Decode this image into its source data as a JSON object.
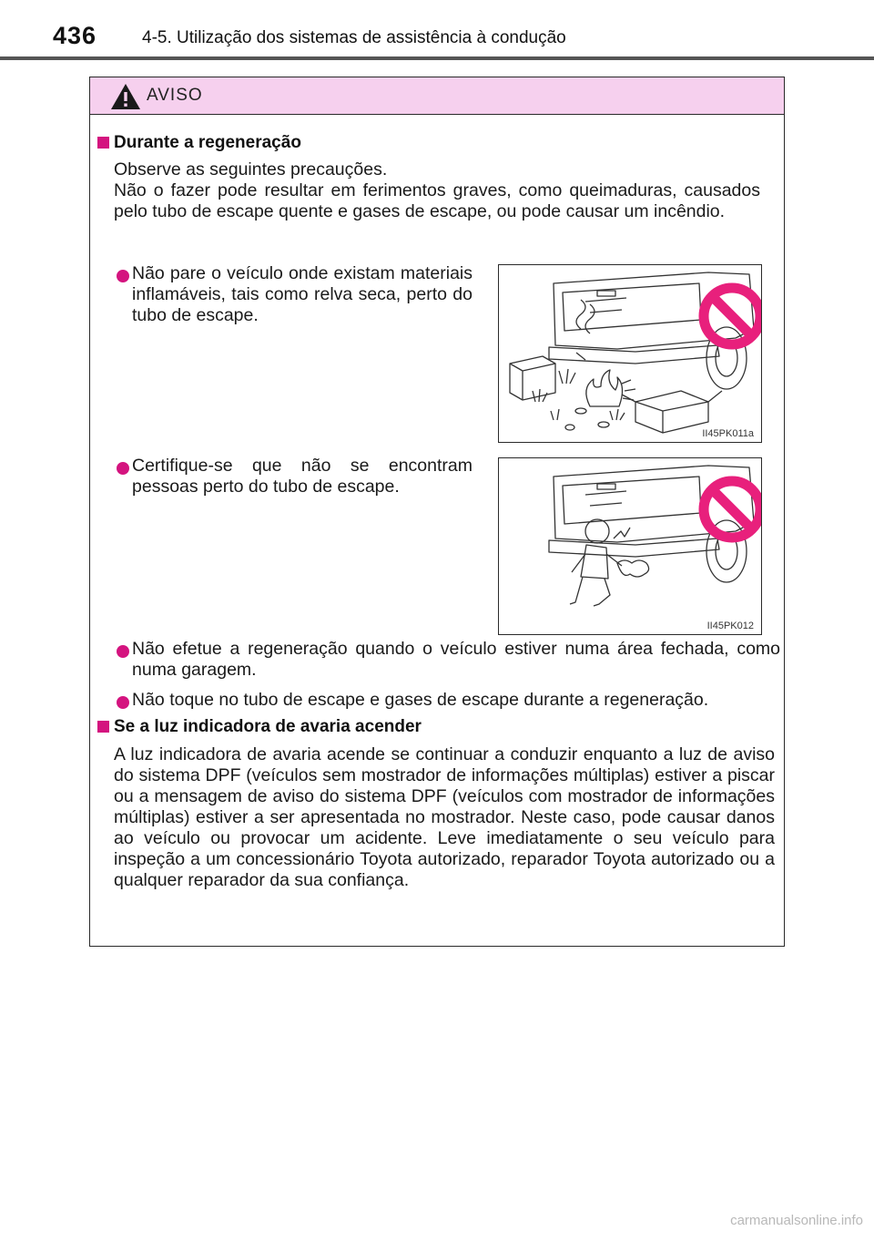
{
  "header": {
    "page_number": "436",
    "section_title": "4-5. Utilização dos sistemas de assistência à condução"
  },
  "warning": {
    "label": "AVISO",
    "section1": {
      "heading": "Durante a regeneração",
      "intro_line1": "Observe as seguintes precauções.",
      "intro_line2": "Não o fazer pode resultar em ferimentos graves, como queimaduras, causados pelo tubo de escape quente e gases de escape, ou pode causar um incêndio.",
      "bullets": [
        "Não pare o veículo onde existam materiais inflamáveis, tais como relva seca, perto do tubo de escape.",
        "Certifique-se que não se encontram pessoas perto do tubo de escape.",
        "Não efetue a regeneração quando o veículo estiver numa área fechada, como numa garagem.",
        "Não toque no tubo de escape e gases de escape durante a regeneração."
      ],
      "figures": [
        {
          "code": "II45PK011a",
          "icon": "no-symbol-icon"
        },
        {
          "code": "II45PK012",
          "icon": "no-symbol-icon"
        }
      ]
    },
    "section2": {
      "heading": "Se a luz indicadora de avaria acender",
      "body": "A luz indicadora de avaria acende se continuar a conduzir enquanto a luz de aviso do sistema DPF (veículos sem mostrador de informações múltiplas) estiver a piscar ou a mensagem de aviso do sistema DPF (veículos com mostrador de informações múltiplas) estiver a ser apresentada no mostrador. Neste caso, pode causar danos ao veículo ou provocar um acidente. Leve imediatamente o seu veículo para inspeção a um concessionário Toyota autorizado, reparador Toyota autorizado ou a qualquer reparador da sua confiança."
    }
  },
  "watermark": "carmanualsonline.info",
  "colors": {
    "accent": "#d4147f",
    "warning_header_bg": "#f6d0ee",
    "prohibition": "#e8207c"
  }
}
